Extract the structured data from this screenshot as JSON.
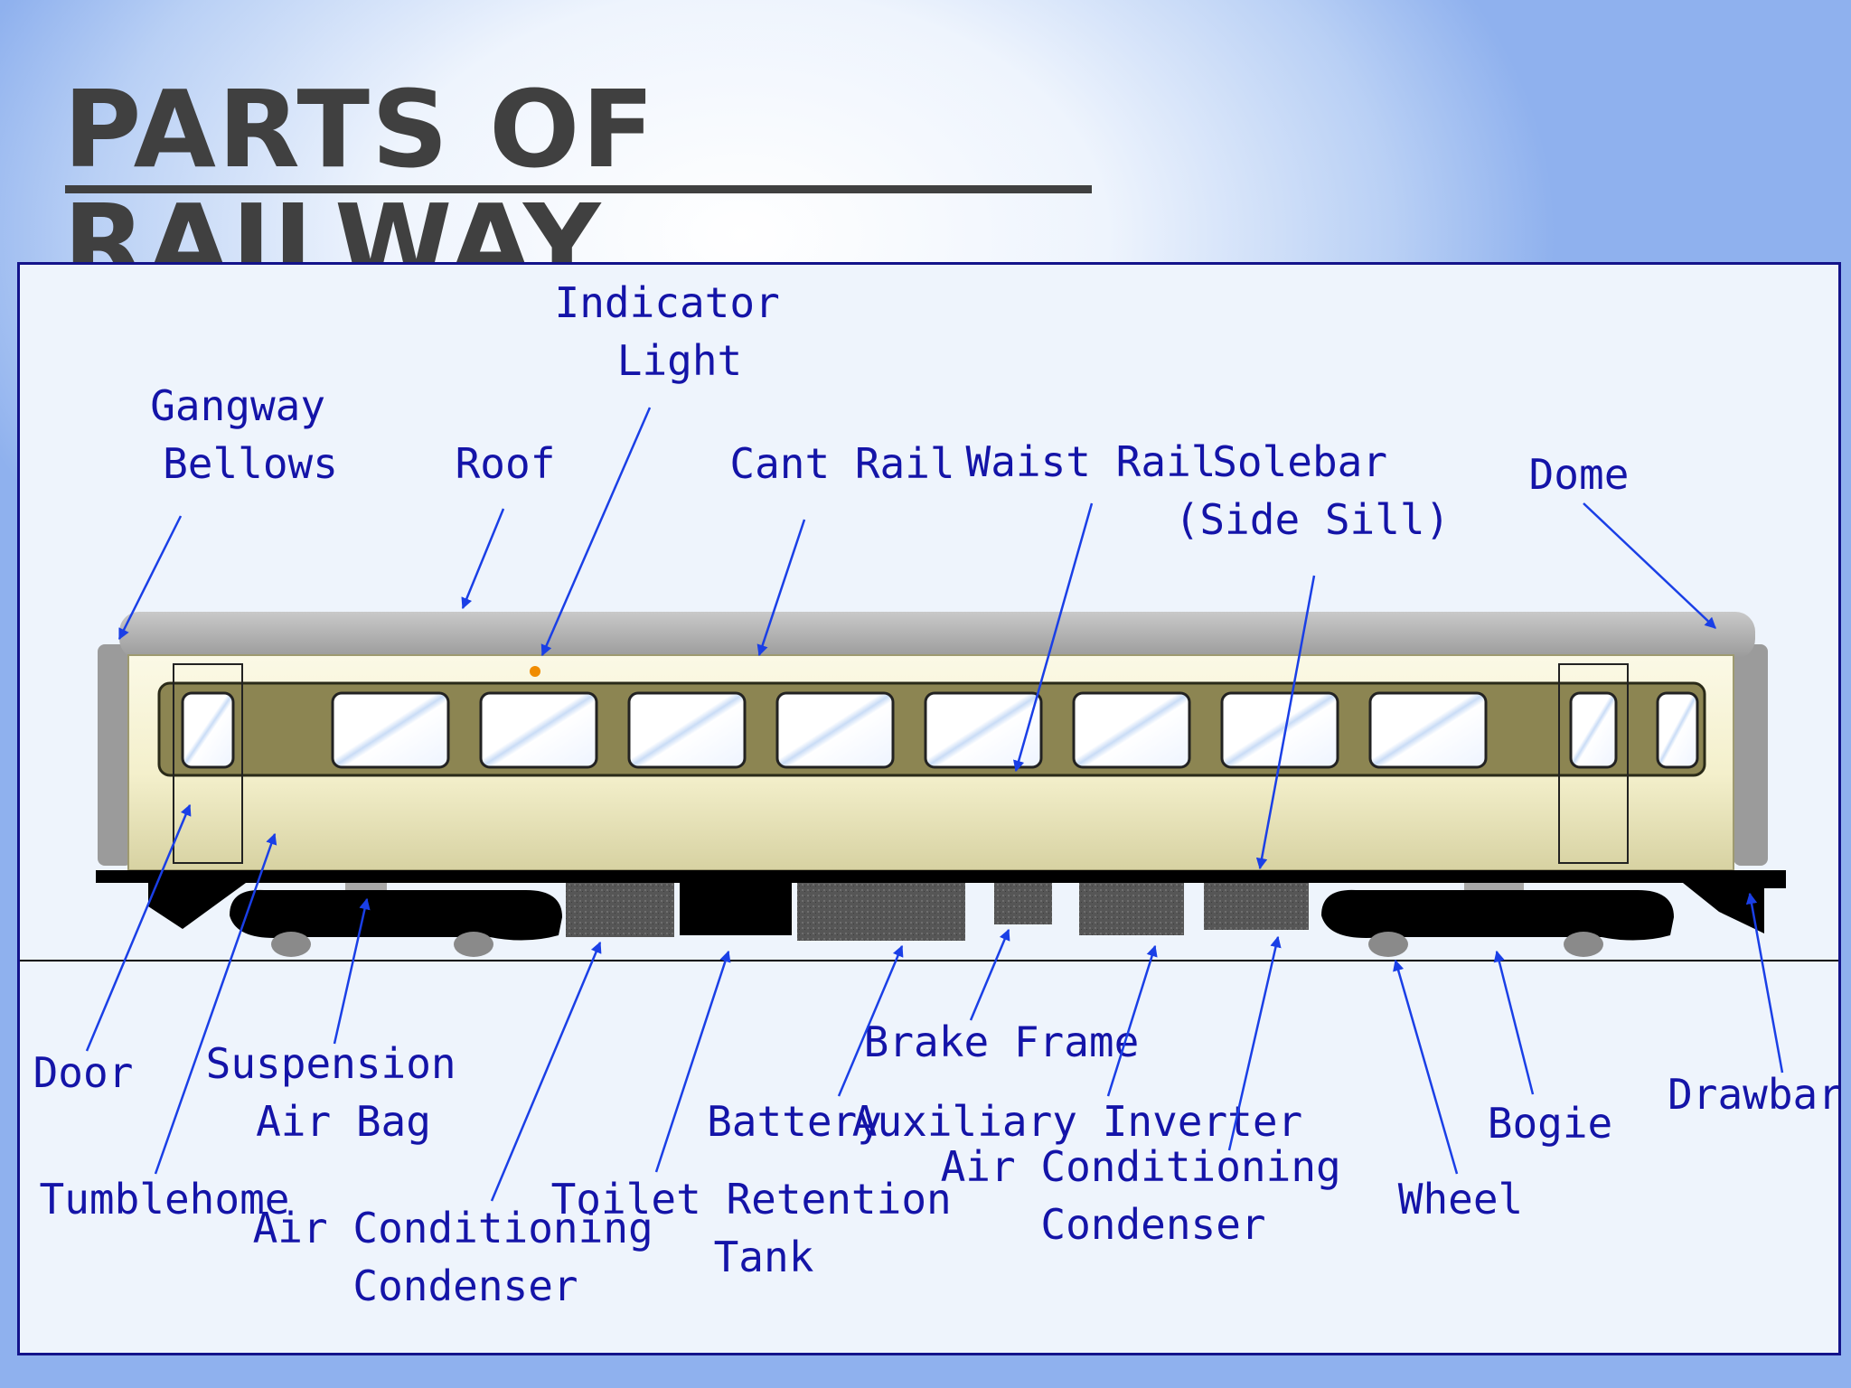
{
  "title": "PARTS OF RAILWAY\nCOACH:",
  "colors": {
    "label": "#1414a8",
    "arrow": "#1a3fe6",
    "frame": "#13138a",
    "roof": "#a9a9a9",
    "body_cream": "#f6f3d2",
    "window_band": "#8c8552",
    "undergear": "#000000",
    "equipment": "#5a5a5a"
  },
  "labels": {
    "gangway_bellows": [
      "Gangway",
      "Bellows"
    ],
    "roof": "Roof",
    "indicator_light": [
      "Indicator",
      "Light"
    ],
    "cant_rail": "Cant Rail",
    "waist_rail": "Waist Rail",
    "solebar": [
      "Solebar",
      "(Side Sill)"
    ],
    "dome": "Dome",
    "door": "Door",
    "tumblehome": "Tumblehome",
    "suspension_air_bag": [
      "Suspension",
      "Air Bag"
    ],
    "ac_condenser_left": [
      "Air Conditioning",
      "Condenser"
    ],
    "toilet_retention_tank": [
      "Toilet Retention",
      "Tank"
    ],
    "battery": "Battery",
    "brake_frame": "Brake Frame",
    "auxiliary_inverter": "Auxiliary Inverter",
    "ac_condenser_right": [
      "Air Conditioning",
      "Condenser"
    ],
    "wheel": "Wheel",
    "bogie": "Bogie",
    "drawbar": "Drawbar"
  }
}
